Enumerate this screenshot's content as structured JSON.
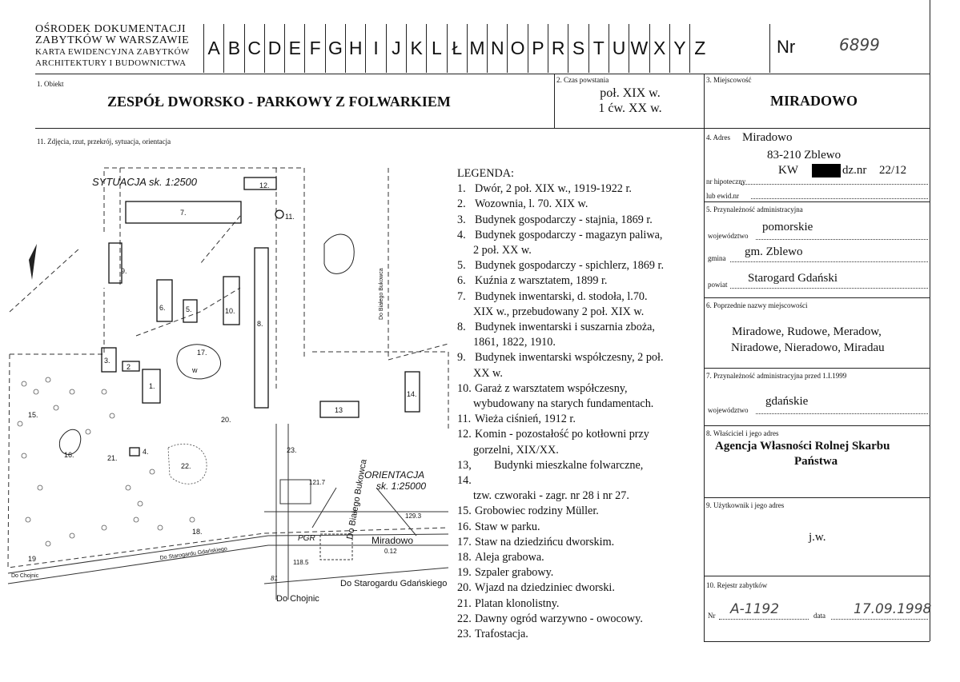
{
  "header": {
    "institution_line1": "OŚRODEK DOKUMENTACJI",
    "institution_line2": "ZABYTKÓW W WARSZAWIE",
    "institution_line3": "KARTA EWIDENCYJNA ZABYTKÓW",
    "institution_line4": "ARCHITEKTURY I BUDOWNICTWA",
    "letters": [
      "A",
      "B",
      "C",
      "D",
      "E",
      "F",
      "G",
      "H",
      "I",
      "J",
      "K",
      "L",
      "Ł",
      "M",
      "N",
      "O",
      "P",
      "R",
      "S",
      "T",
      "U",
      "W",
      "X",
      "Y",
      "Z"
    ],
    "nr_label": "Nr",
    "nr_value": "6899"
  },
  "section1": {
    "label": "1. Obiekt",
    "value": "ZESPÓŁ DWORSKO - PARKOWY Z FOLWARKIEM"
  },
  "section2": {
    "label": "2. Czas powstania",
    "value_line1": "poł. XIX w.",
    "value_line2": "1 ćw. XX w."
  },
  "section3": {
    "label": "3. Miejscowość",
    "value": "MIRADOWO"
  },
  "section11": {
    "label": "11. Zdjęcia, rzut, przekrój, sytuacja, orientacja"
  },
  "section4": {
    "label": "4. Adres",
    "line1": "Miradowo",
    "line2": "83-210 Zblewo",
    "hip_label": "nr hipoteczny",
    "kw": "KW",
    "dz_label": "dz.nr",
    "dz_value": "22/12",
    "ewid_label": "lub ewid.nr"
  },
  "section5": {
    "label": "5. Przynależność administracyjna",
    "woj_label": "województwo",
    "woj_value": "pomorskie",
    "gmina_label": "gmina",
    "gmina_value": "gm. Zblewo",
    "powiat_label": "powiat",
    "powiat_value": "Starogard Gdański"
  },
  "section6": {
    "label": "6. Poprzednie nazwy miejscowości",
    "line1": "Miradowe, Rudowe, Meradow,",
    "line2": "Niradowe, Nieradowo, Miradau"
  },
  "section7": {
    "label": "7. Przynależność administracyjna przed 1.I.1999",
    "woj_label": "województwo",
    "woj_value": "gdańskie"
  },
  "section8": {
    "label": "8. Właściciel i jego adres",
    "line1": "Agencja Własności Rolnej Skarbu",
    "line2": "Państwa"
  },
  "section9": {
    "label": "9. Użytkownik i jego adres",
    "value": "j.w."
  },
  "section10": {
    "label": "10. Rejestr zabytków",
    "nr_label": "Nr",
    "nr_value": "A-1192",
    "data_label": "data",
    "data_value": "17.09.1998"
  },
  "legend": {
    "title": "LEGENDA:",
    "items": [
      {
        "n": "1.",
        "t": "Dwór, 2 poł. XIX w., 1919-1922 r."
      },
      {
        "n": "2.",
        "t": "Wozownia, l. 70. XIX w."
      },
      {
        "n": "3.",
        "t": "Budynek gospodarczy - stajnia, 1869 r."
      },
      {
        "n": "4.",
        "t": "Budynek gospodarczy - magazyn paliwa,",
        "c": "2 poł. XX w."
      },
      {
        "n": "5.",
        "t": "Budynek gospodarczy - spichlerz, 1869 r."
      },
      {
        "n": "6.",
        "t": "Kuźnia z warsztatem, 1899 r."
      },
      {
        "n": "7.",
        "t": "Budynek inwentarski, d. stodoła, l.70.",
        "c": "XIX w., przebudowany 2 poł. XIX w."
      },
      {
        "n": "8.",
        "t": "Budynek inwentarski i suszarnia zboża,",
        "c": "1861, 1822, 1910."
      },
      {
        "n": "9.",
        "t": "Budynek inwentarski współczesny, 2 poł.",
        "c": "XX w."
      },
      {
        "n": "10.",
        "t": "Garaż z warsztatem współczesny,",
        "c": "wybudowany na starych fundamentach."
      },
      {
        "n": "11.",
        "t": "Wieża ciśnień, 1912 r."
      },
      {
        "n": "12.",
        "t": "Komin - pozostałość po kotłowni przy",
        "c": "gorzelni, XIX/XX."
      },
      {
        "n": "13, 14.",
        "t": "Budynki mieszkalne folwarczne,",
        "c": "tzw. czworaki - zagr. nr 28 i nr 27."
      },
      {
        "n": "15.",
        "t": "Grobowiec rodziny Müller."
      },
      {
        "n": "16.",
        "t": "Staw w parku."
      },
      {
        "n": "17.",
        "t": "Staw na dziedzińcu dworskim."
      },
      {
        "n": "18.",
        "t": "Aleja grabowa."
      },
      {
        "n": "19.",
        "t": "Szpaler grabowy."
      },
      {
        "n": "20.",
        "t": "Wjazd na dziedziniec dworski."
      },
      {
        "n": "21.",
        "t": "Platan klonolistny."
      },
      {
        "n": "22.",
        "t": "Dawny ogród warzywno - owocowy."
      },
      {
        "n": "23.",
        "t": "Trafostacja."
      }
    ]
  },
  "map": {
    "sytuacja": "SYTUACJA sk. 1:2500",
    "orientacja": "ORIENTACJA",
    "orientacja_scale": "sk. 1:25000",
    "labels": {
      "b1": "1.",
      "b2": "2",
      "b3": "3.",
      "b4": "4.",
      "b5": "5.",
      "b6": "6.",
      "b7": "7.",
      "b8": "8.",
      "b9": "9.",
      "b10": "10.",
      "b11": "11.",
      "b12": "12.",
      "b13": "13",
      "b14": "14.",
      "b15": "15.",
      "b16": "16.",
      "b17": "17.",
      "b18": "18.",
      "b19": "19",
      "b20": "20.",
      "b21": "21.",
      "b22": "22.",
      "b23": "23.",
      "w": "w"
    },
    "road_bialego": "Do Białego Bukowca",
    "road_starogard": "Do Starogardu Gdańskiego",
    "road_chojnic": "Do Chojnic",
    "pgr": "PGR",
    "miradowo": "Miradowo",
    "elev1": "121.7",
    "elev2": "118.5",
    "elev3": "129.3",
    "elev4": "0.12",
    "road_num": "81",
    "starogard_big": "Do Starogardu Gdańskiego",
    "chojnic_big": "Do Chojnic",
    "bukowca_big": "Do Białego Bukowca"
  }
}
